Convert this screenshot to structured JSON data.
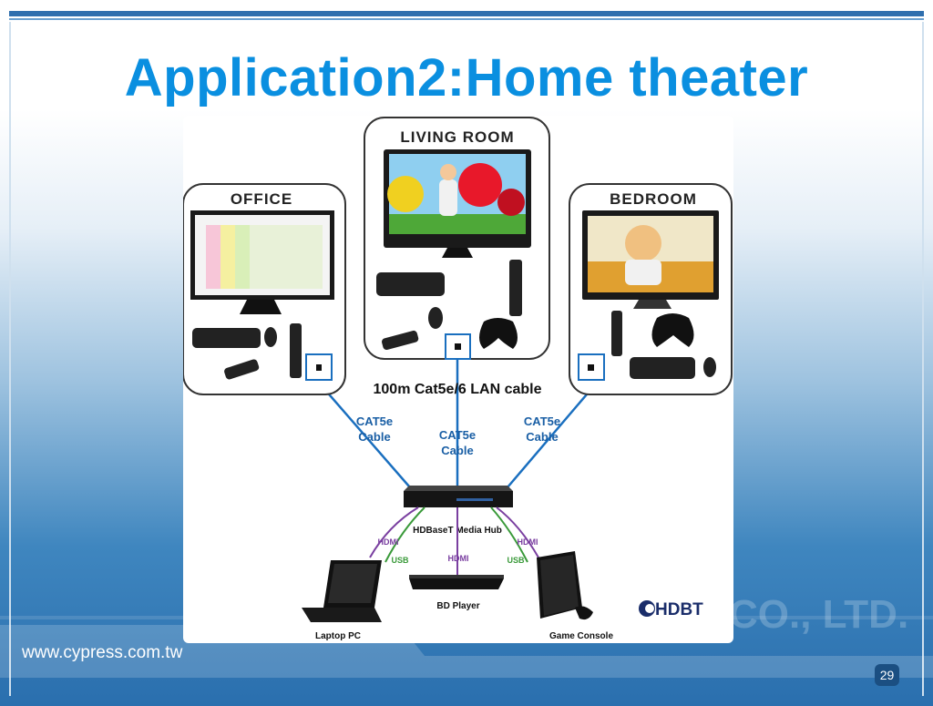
{
  "slide": {
    "title": "Application2:Home theater",
    "footer_url": "www.cypress.com.tw",
    "page_number": "29",
    "watermark": "CO., LTD."
  },
  "diagram": {
    "rooms": {
      "living": "LIVING ROOM",
      "office": "OFFICE",
      "bedroom": "BEDROOM"
    },
    "lan_cable": "100m Cat5e/6 LAN cable",
    "cat5e_line1": "CAT5e",
    "cat5e_line2": "Cable",
    "hub_label": "HDBaseT Media Hub",
    "hdmi": "HDMI",
    "usb": "USB",
    "devices": {
      "laptop": "Laptop PC",
      "bd_player": "BD Player",
      "game_console": "Game Console"
    },
    "logo_text": "HDBT"
  },
  "colors": {
    "title_blue": "#0a8fe0",
    "cable_blue": "#1a6fbf",
    "hdmi_purple": "#7a3fa0",
    "usb_green": "#3a9a3a"
  }
}
